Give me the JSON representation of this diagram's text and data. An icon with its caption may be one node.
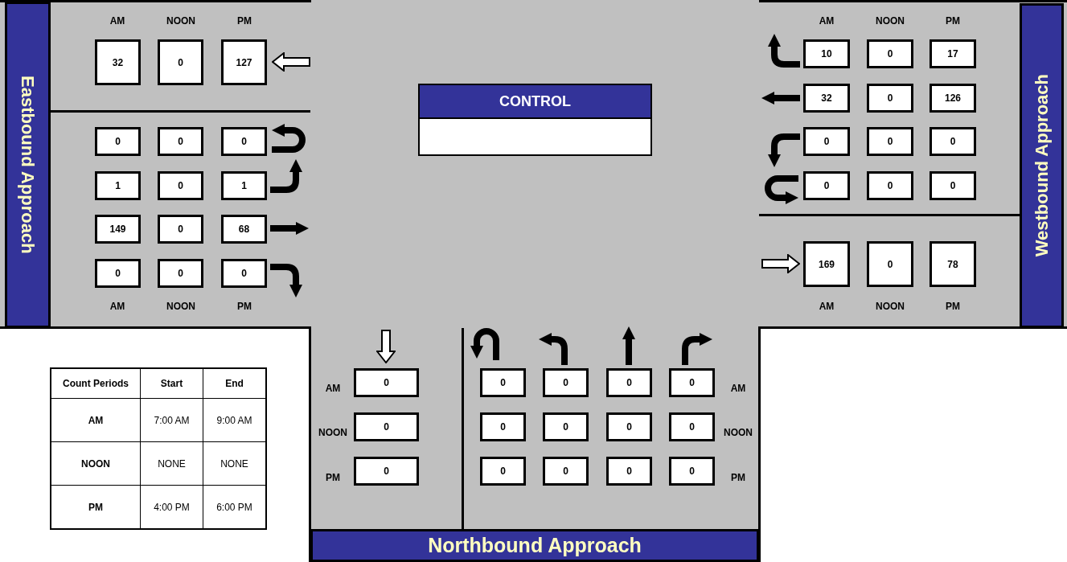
{
  "diagram": {
    "nodes": [
      {
        "text": [
          "Eastbound Approach"
        ]
      },
      {
        "text": [
          "Westbound Approach"
        ]
      },
      {
        "text": [
          "CONTROL"
        ]
      },
      {
        "text": [
          "32"
        ]
      },
      {
        "text": [
          "0"
        ]
      },
      {
        "text": [
          "127"
        ]
      },
      {
        "text": [
          "10"
        ]
      },
      {
        "text": [
          "0"
        ]
      },
      {
        "text": [
          "17"
        ]
      },
      {
        "text": [
          "32"
        ]
      },
      {
        "text": [
          "0"
        ]
      },
      {
        "text": [
          "126"
        ]
      },
      {
        "text": [
          "0"
        ]
      },
      {
        "text": [
          "0"
        ]
      },
      {
        "text": [
          "0"
        ]
      },
      {
        "text": [
          "0"
        ]
      },
      {
        "text": [
          "0"
        ]
      },
      {
        "text": [
          "0"
        ]
      },
      {
        "text": [
          "1"
        ]
      },
      {
        "text": [
          "0"
        ]
      },
      {
        "text": [
          "1"
        ]
      },
      {
        "text": [
          "0"
        ]
      },
      {
        "text": [
          "0"
        ]
      },
      {
        "text": [
          "0"
        ]
      },
      {
        "text": [
          "149"
        ]
      },
      {
        "text": [
          "0"
        ]
      },
      {
        "text": [
          "68"
        ]
      },
      {
        "text": [
          "0"
        ]
      },
      {
        "text": [
          "0"
        ]
      },
      {
        "text": [
          "0"
        ]
      },
      {
        "text": [
          "169"
        ]
      },
      {
        "text": [
          "0"
        ]
      },
      {
        "text": [
          "78"
        ]
      },
      {
        "text": [
          "0"
        ]
      },
      {
        "text": [
          "0"
        ]
      },
      {
        "text": [
          "0"
        ]
      },
      {
        "text": [
          "0"
        ]
      },
      {
        "text": [
          "0"
        ]
      },
      {
        "text": [
          "0"
        ]
      },
      {
        "text": [
          "0"
        ]
      },
      {
        "text": [
          "0"
        ]
      },
      {
        "text": [
          "0"
        ]
      },
      {
        "text": [
          "0"
        ]
      },
      {
        "text": [
          "0"
        ]
      },
      {
        "text": [
          "0"
        ]
      },
      {
        "text": [
          "0"
        ]
      },
      {
        "text": [
          "0"
        ]
      },
      {
        "text": [
          "0"
        ]
      },
      {
        "text": [
          "Northbound Approach"
        ]
      }
    ],
    "labels": [
      "AM",
      "NOON",
      "PM",
      "AM",
      "NOON",
      "PM",
      "AM",
      "NOON",
      "PM",
      "AM",
      "NOON",
      "PM",
      "AM",
      "AM",
      "NOON",
      "NOON",
      "PM",
      "PM",
      "Count Periods",
      "Start",
      "End",
      "AM",
      "7:00 AM",
      "9:00 AM",
      "NOON",
      "NONE",
      "NONE",
      "PM",
      "4:00 PM",
      "6:00 PM"
    ]
  }
}
